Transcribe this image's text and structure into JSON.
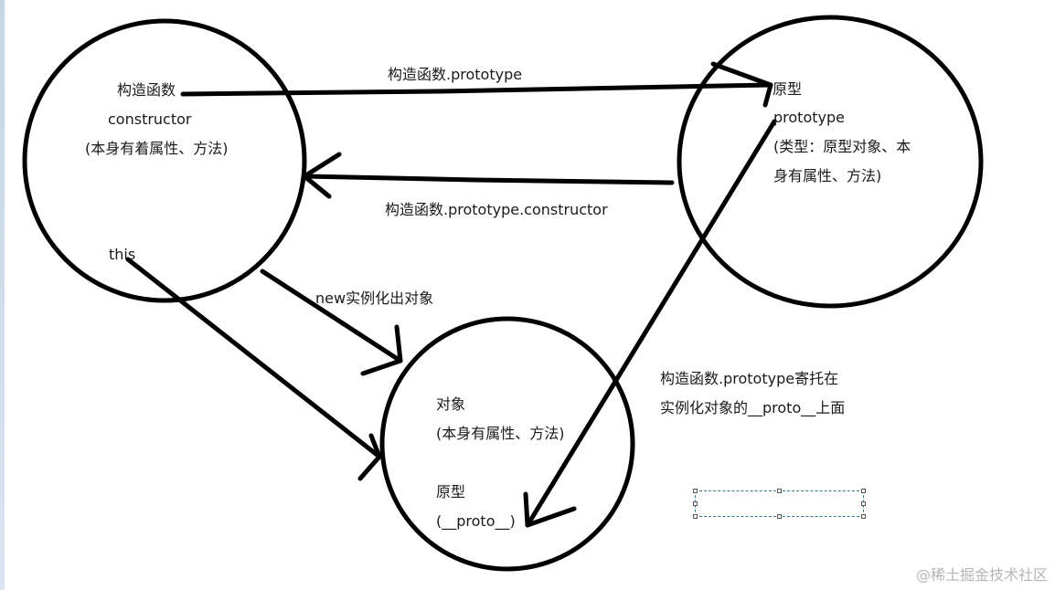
{
  "diagram": {
    "nodes": {
      "constructor": {
        "lines": [
          "构造函数",
          "constructor",
          "(本身有着属性、方法)"
        ],
        "this_label": "this"
      },
      "prototype": {
        "lines": [
          "原型",
          "prototype",
          "(类型：原型对象、本",
          "身有属性、方法)"
        ]
      },
      "object": {
        "lines": [
          "对象",
          "(本身有属性、方法)",
          "原型",
          "(__proto__)"
        ]
      }
    },
    "edges": {
      "constructor_to_prototype": "构造函数.prototype",
      "prototype_to_constructor": "构造函数.prototype.constructor",
      "new_instance": "new实例化出对象",
      "prototype_to_proto_note": [
        "构造函数.prototype寄托在",
        "实例化对象的__proto__上面"
      ]
    },
    "stroke_color": "#000000",
    "selection_color": "#2a7a9a"
  },
  "watermark": "@稀土掘金技术社区"
}
